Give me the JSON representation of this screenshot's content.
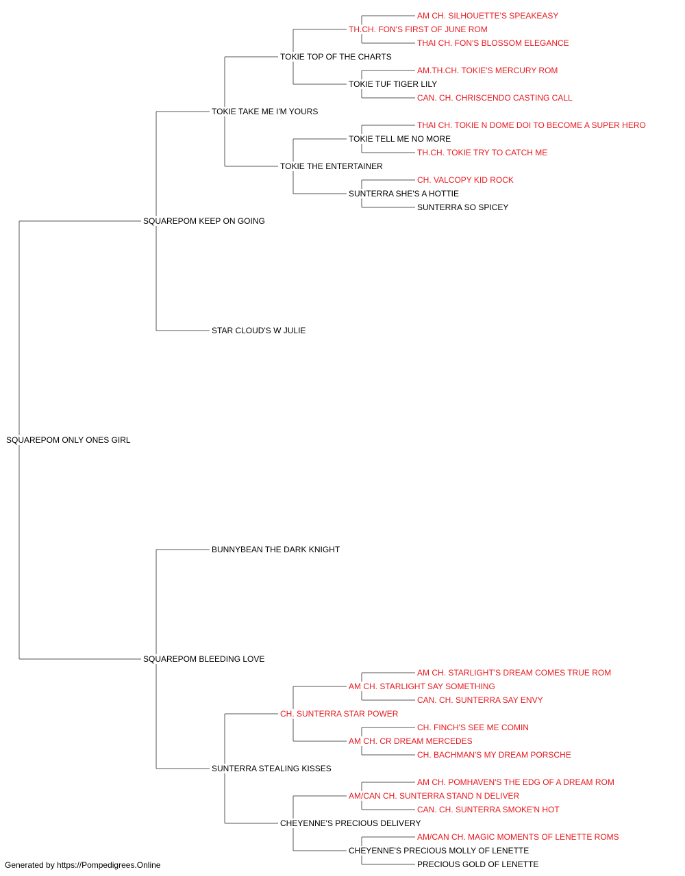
{
  "colors": {
    "champion": "#e8191f",
    "normal": "#000000",
    "lines": "#555555"
  },
  "dog": {
    "name": "SQUAREPOM ONLY ONES GIRL",
    "champion": false,
    "sire": {
      "name": "SQUAREPOM KEEP ON GOING",
      "champion": false,
      "sire": {
        "name": "TOKIE TAKE ME I'M YOURS",
        "champion": false,
        "sire": {
          "name": "TOKIE TOP OF THE CHARTS",
          "champion": false,
          "sire": {
            "name": "TH.CH. FON'S FIRST OF JUNE ROM",
            "champion": true,
            "sire": {
              "name": "AM CH. SILHOUETTE'S SPEAKEASY",
              "champion": true
            },
            "dam": {
              "name": "THAI CH. FON'S BLOSSOM ELEGANCE",
              "champion": true
            }
          },
          "dam": {
            "name": "TOKIE TUF TIGER LILY",
            "champion": false,
            "sire": {
              "name": "AM.TH.CH. TOKIE'S MERCURY ROM",
              "champion": true
            },
            "dam": {
              "name": "CAN. CH. CHRISCENDO CASTING CALL",
              "champion": true
            }
          }
        },
        "dam": {
          "name": "TOKIE THE ENTERTAINER",
          "champion": false,
          "sire": {
            "name": "TOKIE TELL ME NO MORE",
            "champion": false,
            "sire": {
              "name": "THAI CH. TOKIE N DOME DOI TO BECOME A SUPER HERO",
              "champion": true
            },
            "dam": {
              "name": "TH.CH. TOKIE TRY TO CATCH ME",
              "champion": true
            }
          },
          "dam": {
            "name": "SUNTERRA SHE'S A HOTTIE",
            "champion": false,
            "sire": {
              "name": "CH. VALCOPY KID ROCK",
              "champion": true
            },
            "dam": {
              "name": "SUNTERRA SO SPICEY",
              "champion": false
            }
          }
        }
      },
      "dam": {
        "name": "STAR CLOUD'S W JULIE",
        "champion": false
      }
    },
    "dam": {
      "name": "SQUAREPOM BLEEDING LOVE",
      "champion": false,
      "sire": {
        "name": "BUNNYBEAN THE DARK KNIGHT",
        "champion": false
      },
      "dam": {
        "name": "SUNTERRA STEALING KISSES",
        "champion": false,
        "sire": {
          "name": "CH. SUNTERRA STAR POWER",
          "champion": true,
          "sire": {
            "name": "AM CH. STARLIGHT SAY SOMETHING",
            "champion": true,
            "sire": {
              "name": "AM CH. STARLIGHT'S DREAM COMES TRUE ROM",
              "champion": true
            },
            "dam": {
              "name": "CAN. CH. SUNTERRA SAY ENVY",
              "champion": true
            }
          },
          "dam": {
            "name": "AM CH. CR DREAM MERCEDES",
            "champion": true,
            "sire": {
              "name": "CH. FINCH'S SEE ME COMIN",
              "champion": true
            },
            "dam": {
              "name": "CH. BACHMAN'S MY DREAM PORSCHE",
              "champion": true
            }
          }
        },
        "dam": {
          "name": "CHEYENNE'S PRECIOUS DELIVERY",
          "champion": false,
          "sire": {
            "name": "AM/CAN CH. SUNTERRA STAND N DELIVER",
            "champion": true,
            "sire": {
              "name": "AM CH. POMHAVEN'S THE EDG OF A DREAM ROM",
              "champion": true
            },
            "dam": {
              "name": "CAN. CH. SUNTERRA SMOKE'N HOT",
              "champion": true
            }
          },
          "dam": {
            "name": "CHEYENNE'S PRECIOUS MOLLY OF LENETTE",
            "champion": false,
            "sire": {
              "name": "AM/CAN CH. MAGIC MOMENTS OF LENETTE ROMS",
              "champion": true
            },
            "dam": {
              "name": "PRECIOUS GOLD OF LENETTE",
              "champion": false
            }
          }
        }
      }
    }
  },
  "footer": "Generated by https://Pompedigrees.Online"
}
